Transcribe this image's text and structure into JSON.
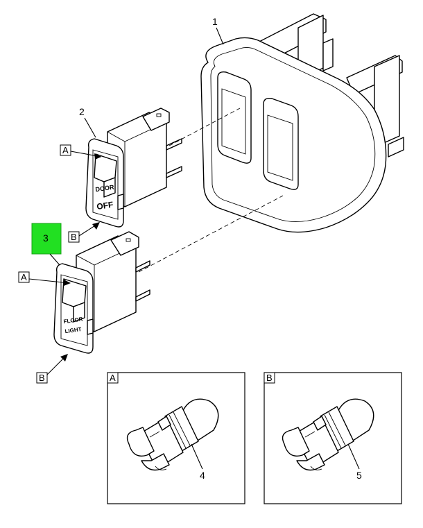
{
  "callouts": {
    "item_1": "1",
    "item_2": "2",
    "item_3": "3",
    "item_4": "4",
    "item_5": "5"
  },
  "view_labels": {
    "a": "A",
    "b": "B"
  },
  "switch_text": {
    "upper_line1": "DOOR",
    "upper_line2": "OFF",
    "lower_line1": "FLOOR",
    "lower_line2": "LIGHT"
  },
  "colors": {
    "highlight": "#22e022",
    "line": "#000000",
    "background": "#ffffff"
  }
}
